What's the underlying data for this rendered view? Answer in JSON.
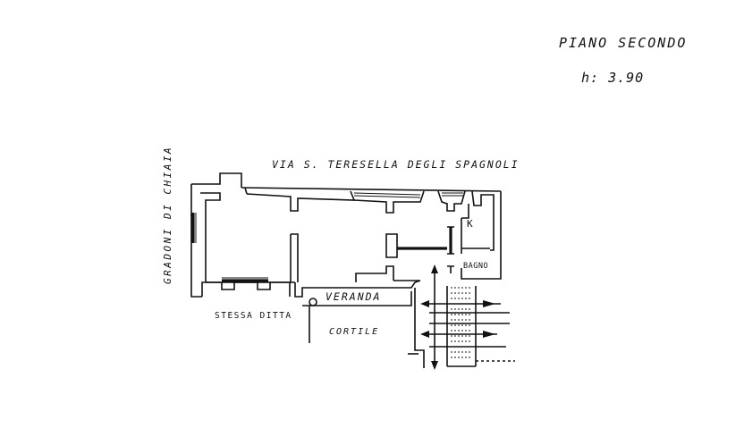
{
  "floor": {
    "title": "PIANO SECONDO",
    "height_label": "h: 3.90"
  },
  "labels": {
    "street_top": "VIA S. TERESELLA DEGLI SPAGNOLI",
    "street_left": "GRADONI DI CHIAIA",
    "veranda": "VERANDA",
    "cortile": "CORTILE",
    "stessa_ditta": "STESSA DITTA",
    "bagno": "BAGNO",
    "kitchen": "K"
  },
  "colors": {
    "ink": "#111111",
    "paper": "#ffffff"
  }
}
